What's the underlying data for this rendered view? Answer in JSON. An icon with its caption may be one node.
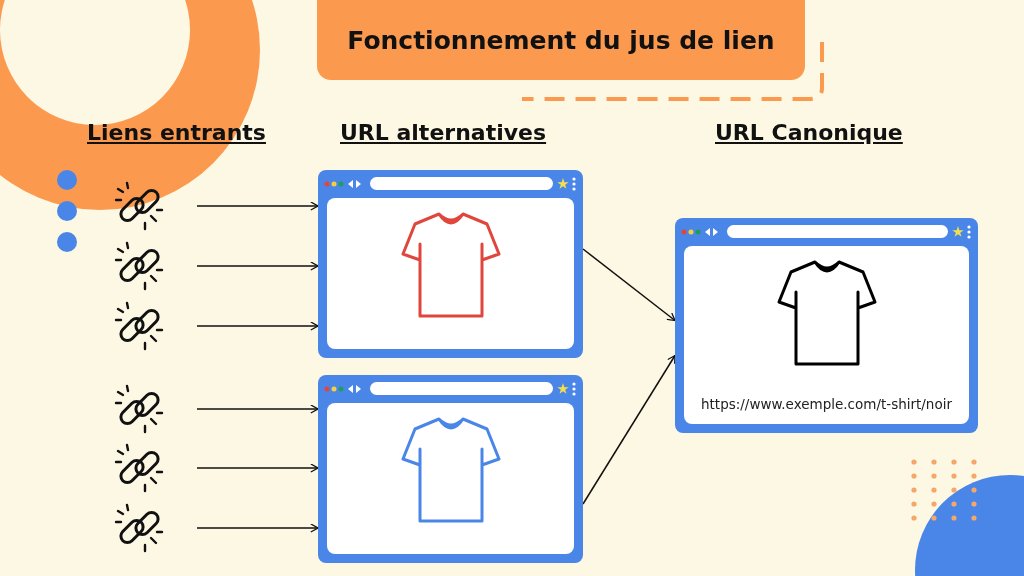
{
  "diagram": {
    "nodes": [
      {
        "text": [
          "Fonctionnement du jus de lien"
        ]
      },
      {
        "text": [],
        "shape": "picture"
      },
      {
        "text": [],
        "shape": "picture"
      },
      {
        "text": [],
        "shape": "picture"
      },
      {
        "text": [],
        "shape": "picture"
      },
      {
        "text": [],
        "shape": "picture"
      },
      {
        "text": [],
        "shape": "picture"
      },
      {
        "text": [],
        "shape": "box"
      },
      {
        "text": [],
        "shape": "box"
      },
      {
        "text": [
          "https://www.exemple.com/t-shirt/noir"
        ]
      }
    ],
    "edges": [
      {
        "from": 1,
        "to": 7,
        "arrow": "to"
      },
      {
        "from": 2,
        "to": 7,
        "arrow": "to"
      },
      {
        "from": 3,
        "to": 7,
        "arrow": "to"
      },
      {
        "from": 4,
        "to": 8,
        "arrow": "to"
      },
      {
        "from": 5,
        "to": 8,
        "arrow": "to"
      },
      {
        "from": 6,
        "to": 8,
        "arrow": "to"
      },
      {
        "from": 7,
        "to": 9,
        "arrow": "to"
      },
      {
        "from": 8,
        "to": 9,
        "arrow": "to"
      }
    ],
    "labels": [
      "Liens entrants",
      "URL alternatives",
      "URL Canonique"
    ]
  }
}
